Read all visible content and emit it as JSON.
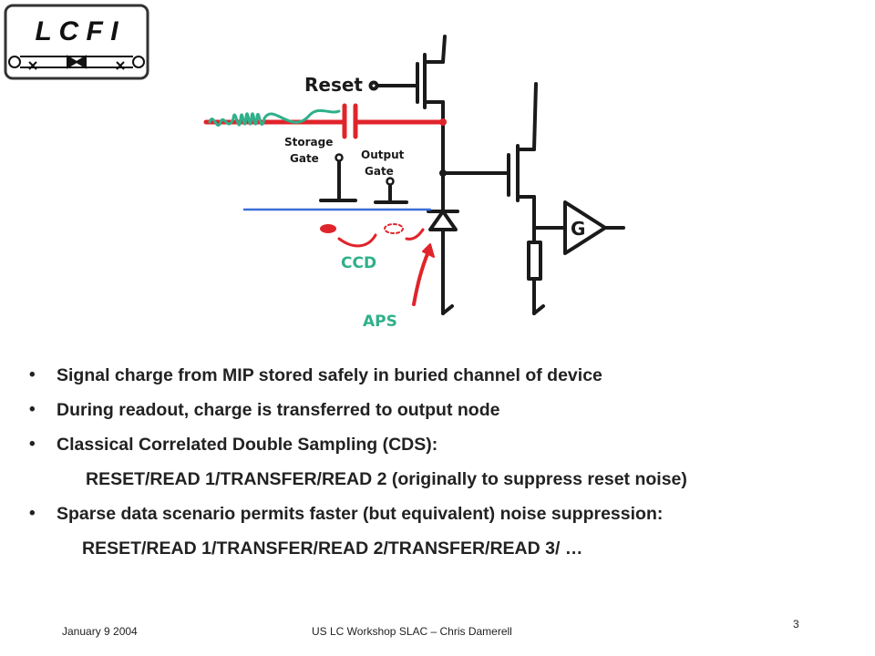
{
  "logo": {
    "text": "L C F I",
    "border_color": "#333333"
  },
  "diagram": {
    "reset_label": "Reset",
    "storage_gate_line1": "Storage",
    "storage_gate_line2": "Gate",
    "output_gate_line1": "Output",
    "output_gate_line2": "Gate",
    "amp_label": "G",
    "ccd_label": "CCD",
    "aps_label": "APS",
    "colors": {
      "red": "#e0242b",
      "green": "#2fb08a",
      "blue": "#3a6fd8",
      "ink": "#1a1a1a"
    }
  },
  "bullets": [
    {
      "text": "Signal charge from MIP stored safely in buried channel of device"
    },
    {
      "text": "During readout, charge is transferred to output node"
    },
    {
      "text": "Classical Correlated Double Sampling (CDS):"
    }
  ],
  "sub1": "RESET/READ 1/TRANSFER/READ 2 (originally to suppress reset noise)",
  "bullet4": "Sparse data scenario permits faster (but equivalent) noise suppression:",
  "sub2": "RESET/READ 1/TRANSFER/READ 2/TRANSFER/READ 3/ …",
  "bullet_symbol": "•",
  "footer": {
    "date": "January 9 2004",
    "center": "US LC Workshop SLAC – Chris Damerell",
    "page": "3"
  }
}
